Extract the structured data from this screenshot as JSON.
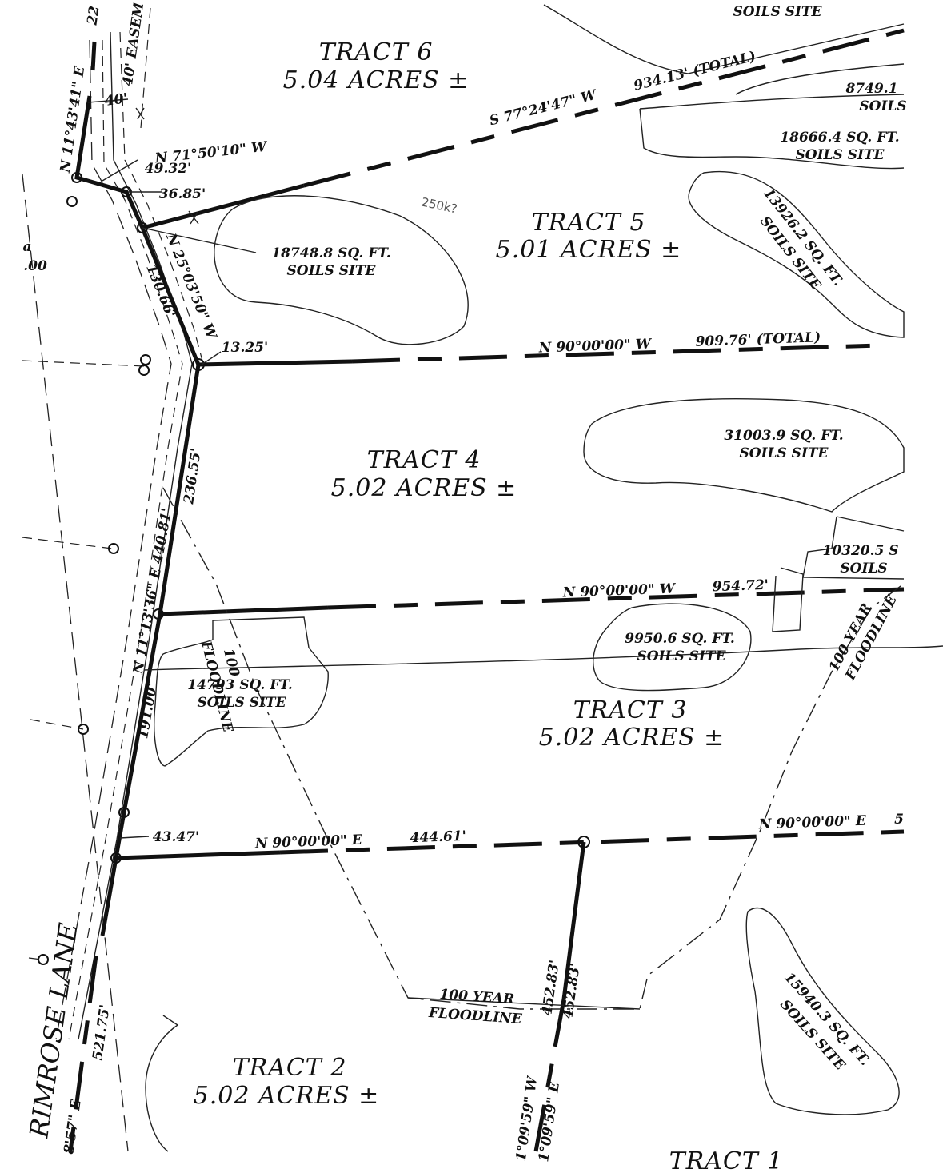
{
  "tracts": {
    "t6": {
      "name": "TRACT 6",
      "area": "5.04 ACRES ±"
    },
    "t5": {
      "name": "TRACT 5",
      "area": "5.01 ACRES ±"
    },
    "t4": {
      "name": "TRACT 4",
      "area": "5.02 ACRES ±"
    },
    "t3": {
      "name": "TRACT 3",
      "area": "5.02 ACRES ±"
    },
    "t2": {
      "name": "TRACT 2",
      "area": "5.02 ACRES ±"
    },
    "t1": {
      "name": "TRACT 1"
    }
  },
  "soils": {
    "s_top": {
      "line2": "SOILS SITE"
    },
    "s8749": {
      "line1": "8749.1",
      "line2": "SOILS"
    },
    "s18666": {
      "line1": "18666.4 SQ. FT.",
      "line2": "SOILS SITE"
    },
    "s18748": {
      "line1": "18748.8 SQ. FT.",
      "line2": "SOILS SITE"
    },
    "s13926": {
      "line1": "13926.2 SQ. FT.",
      "line2": "SOILS SITE"
    },
    "s31003": {
      "line1": "31003.9 SQ. FT.",
      "line2": "SOILS SITE"
    },
    "s10320": {
      "line1": "10320.5 S",
      "line2": "SOILS"
    },
    "s9950": {
      "line1": "9950.6 SQ. FT.",
      "line2": "SOILS SITE"
    },
    "s14793": {
      "line1": "14793 SQ. FT.",
      "line2": "SOILS SITE"
    },
    "s15940": {
      "line1": "15940.3 SQ. FT.",
      "line2": "SOILS SITE"
    }
  },
  "bearings": {
    "b_n11_43": "N 11°43'41\" E",
    "b_22": "22",
    "b_40": "40'",
    "b_40_easement": "40' EASEM",
    "b_n71": "N 71°50'10\" W",
    "b_4932": "49.32'",
    "b_3685": "36.85'",
    "b_s77": "S 77°24'47\" W",
    "b_93413": "934.13' (TOTAL)",
    "b_n25": "N 25°03'50\" W",
    "b_13066": "130.66'",
    "b_1325": "13.25'",
    "b_n90_909": "N 90°00'00\" W",
    "b_90976": "909.76' (TOTAL)",
    "b_23655": "236.55'",
    "b_n11_13": "N 11°13'36\" E  440.81'",
    "b_n90_954": "N 90°00'00\" W",
    "b_95472": "954.72'",
    "b_19100": "191.00'",
    "b_4347": "43.47'",
    "b_n90_e_444": "N 90°00'00\" E",
    "b_44461": "444.61'",
    "b_n90_e_right": "N 90°00'00\" E",
    "b_5": "5",
    "b_45283a": "452.83'",
    "b_45283b": "452.83'",
    "b_1_09_59w": "1°09'59\" W",
    "b_1_09_59e": "1°09'59\" E",
    "b_52175": "521.75'",
    "b_857": "8'57\" E",
    "b_left_00": ".00",
    "b_left_a": "a"
  },
  "floodlines": {
    "f1": {
      "line1": "100",
      "line2": "FLOODLINE"
    },
    "f2": {
      "line1": "100 YEAR",
      "line2": "FLOODLINE"
    },
    "f3": {
      "line1": "100 YEAR",
      "line2": "FLOODLINE"
    }
  },
  "road": {
    "name": "RIMROSE LANE"
  },
  "handnote": "250k?"
}
